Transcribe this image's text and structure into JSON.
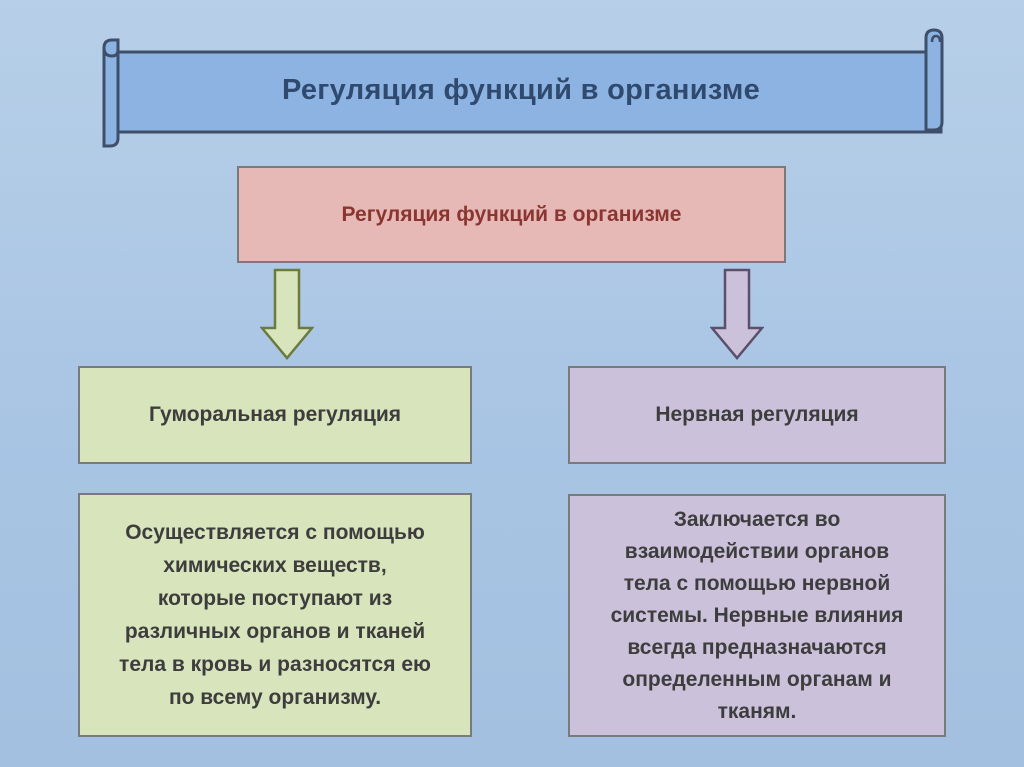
{
  "header": {
    "title": "Регуляция функций в организме"
  },
  "diagram": {
    "root": {
      "label": "Регуляция функций в организме"
    },
    "humoral": {
      "label": "Гуморальная регуляция",
      "description": "Осуществляется с помощью\nхимических веществ,\nкоторые поступают из\nразличных органов и тканей\nтела в кровь и разносятся ею\nпо всему организму."
    },
    "nervous": {
      "label": "Нервная регуляция",
      "description": "Заключается во\nвзаимодействии органов\nтела с помощью нервной\nсистемы. Нервные влияния\nвсегда предназначаются\nопределенным органам и\nтканям."
    }
  },
  "colors": {
    "background": "#a9c4e3",
    "scroll_fill": "#8db3e2",
    "root_fill": "#e6b8b6",
    "humoral_fill": "#d7e4bc",
    "nervous_fill": "#ccc1da",
    "title_text": "#2f4a6e",
    "root_text": "#8a3530"
  }
}
